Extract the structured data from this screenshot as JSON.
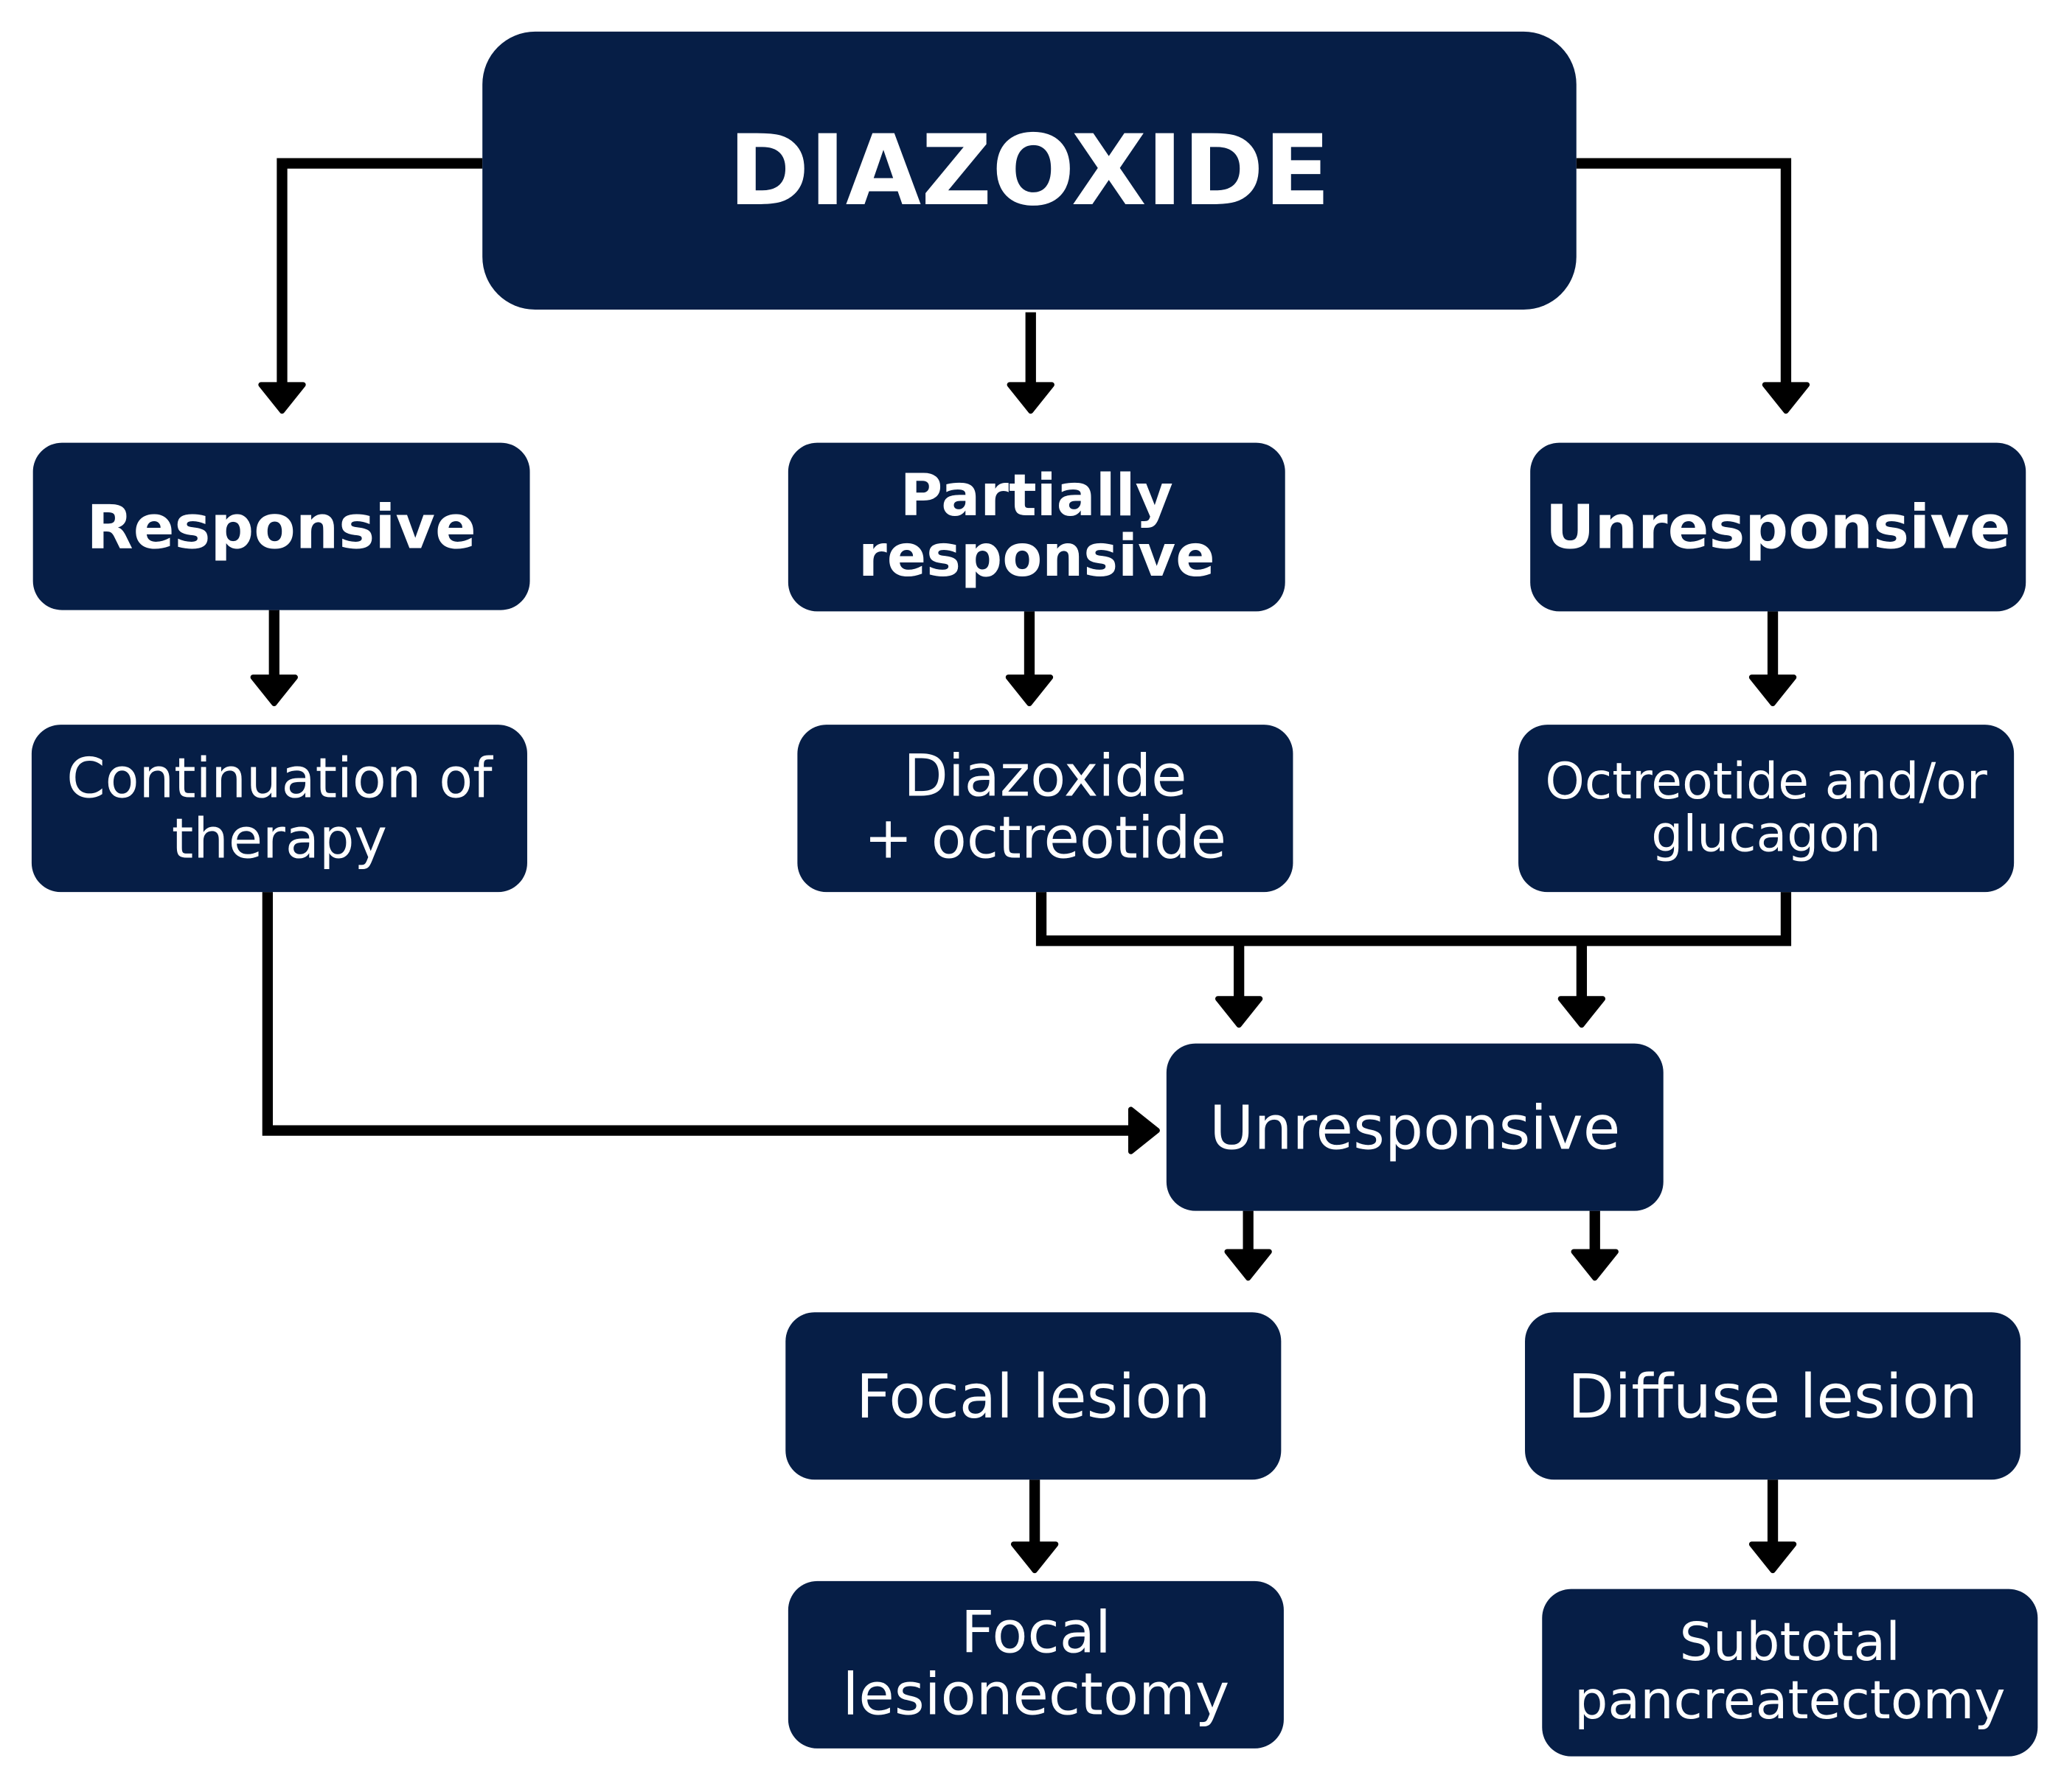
{
  "colors": {
    "node_fill": "#061e46",
    "node_text": "#ffffff",
    "connector": "#000000",
    "background": "#ffffff"
  },
  "nodes": {
    "root": "DIAZOXIDE",
    "responsive": "Responsive",
    "partially_responsive": "Partially\nresponsive",
    "unresponsive_top": "Unresponsive",
    "continuation": "Continuation of\ntherapy",
    "diazoxide_octreotide": "Diazoxide\n+ octreotide",
    "octreotide_glucagon": "Octreotide and/or\nglucagon",
    "unresponsive_mid": "Unresponsive",
    "focal_lesion": "Focal lesion",
    "diffuse_lesion": "Diffuse lesion",
    "focal_lesionectomy": "Focal\nlesionectomy",
    "subtotal_pancreatectomy": "Subtotal\npancreatectomy"
  }
}
